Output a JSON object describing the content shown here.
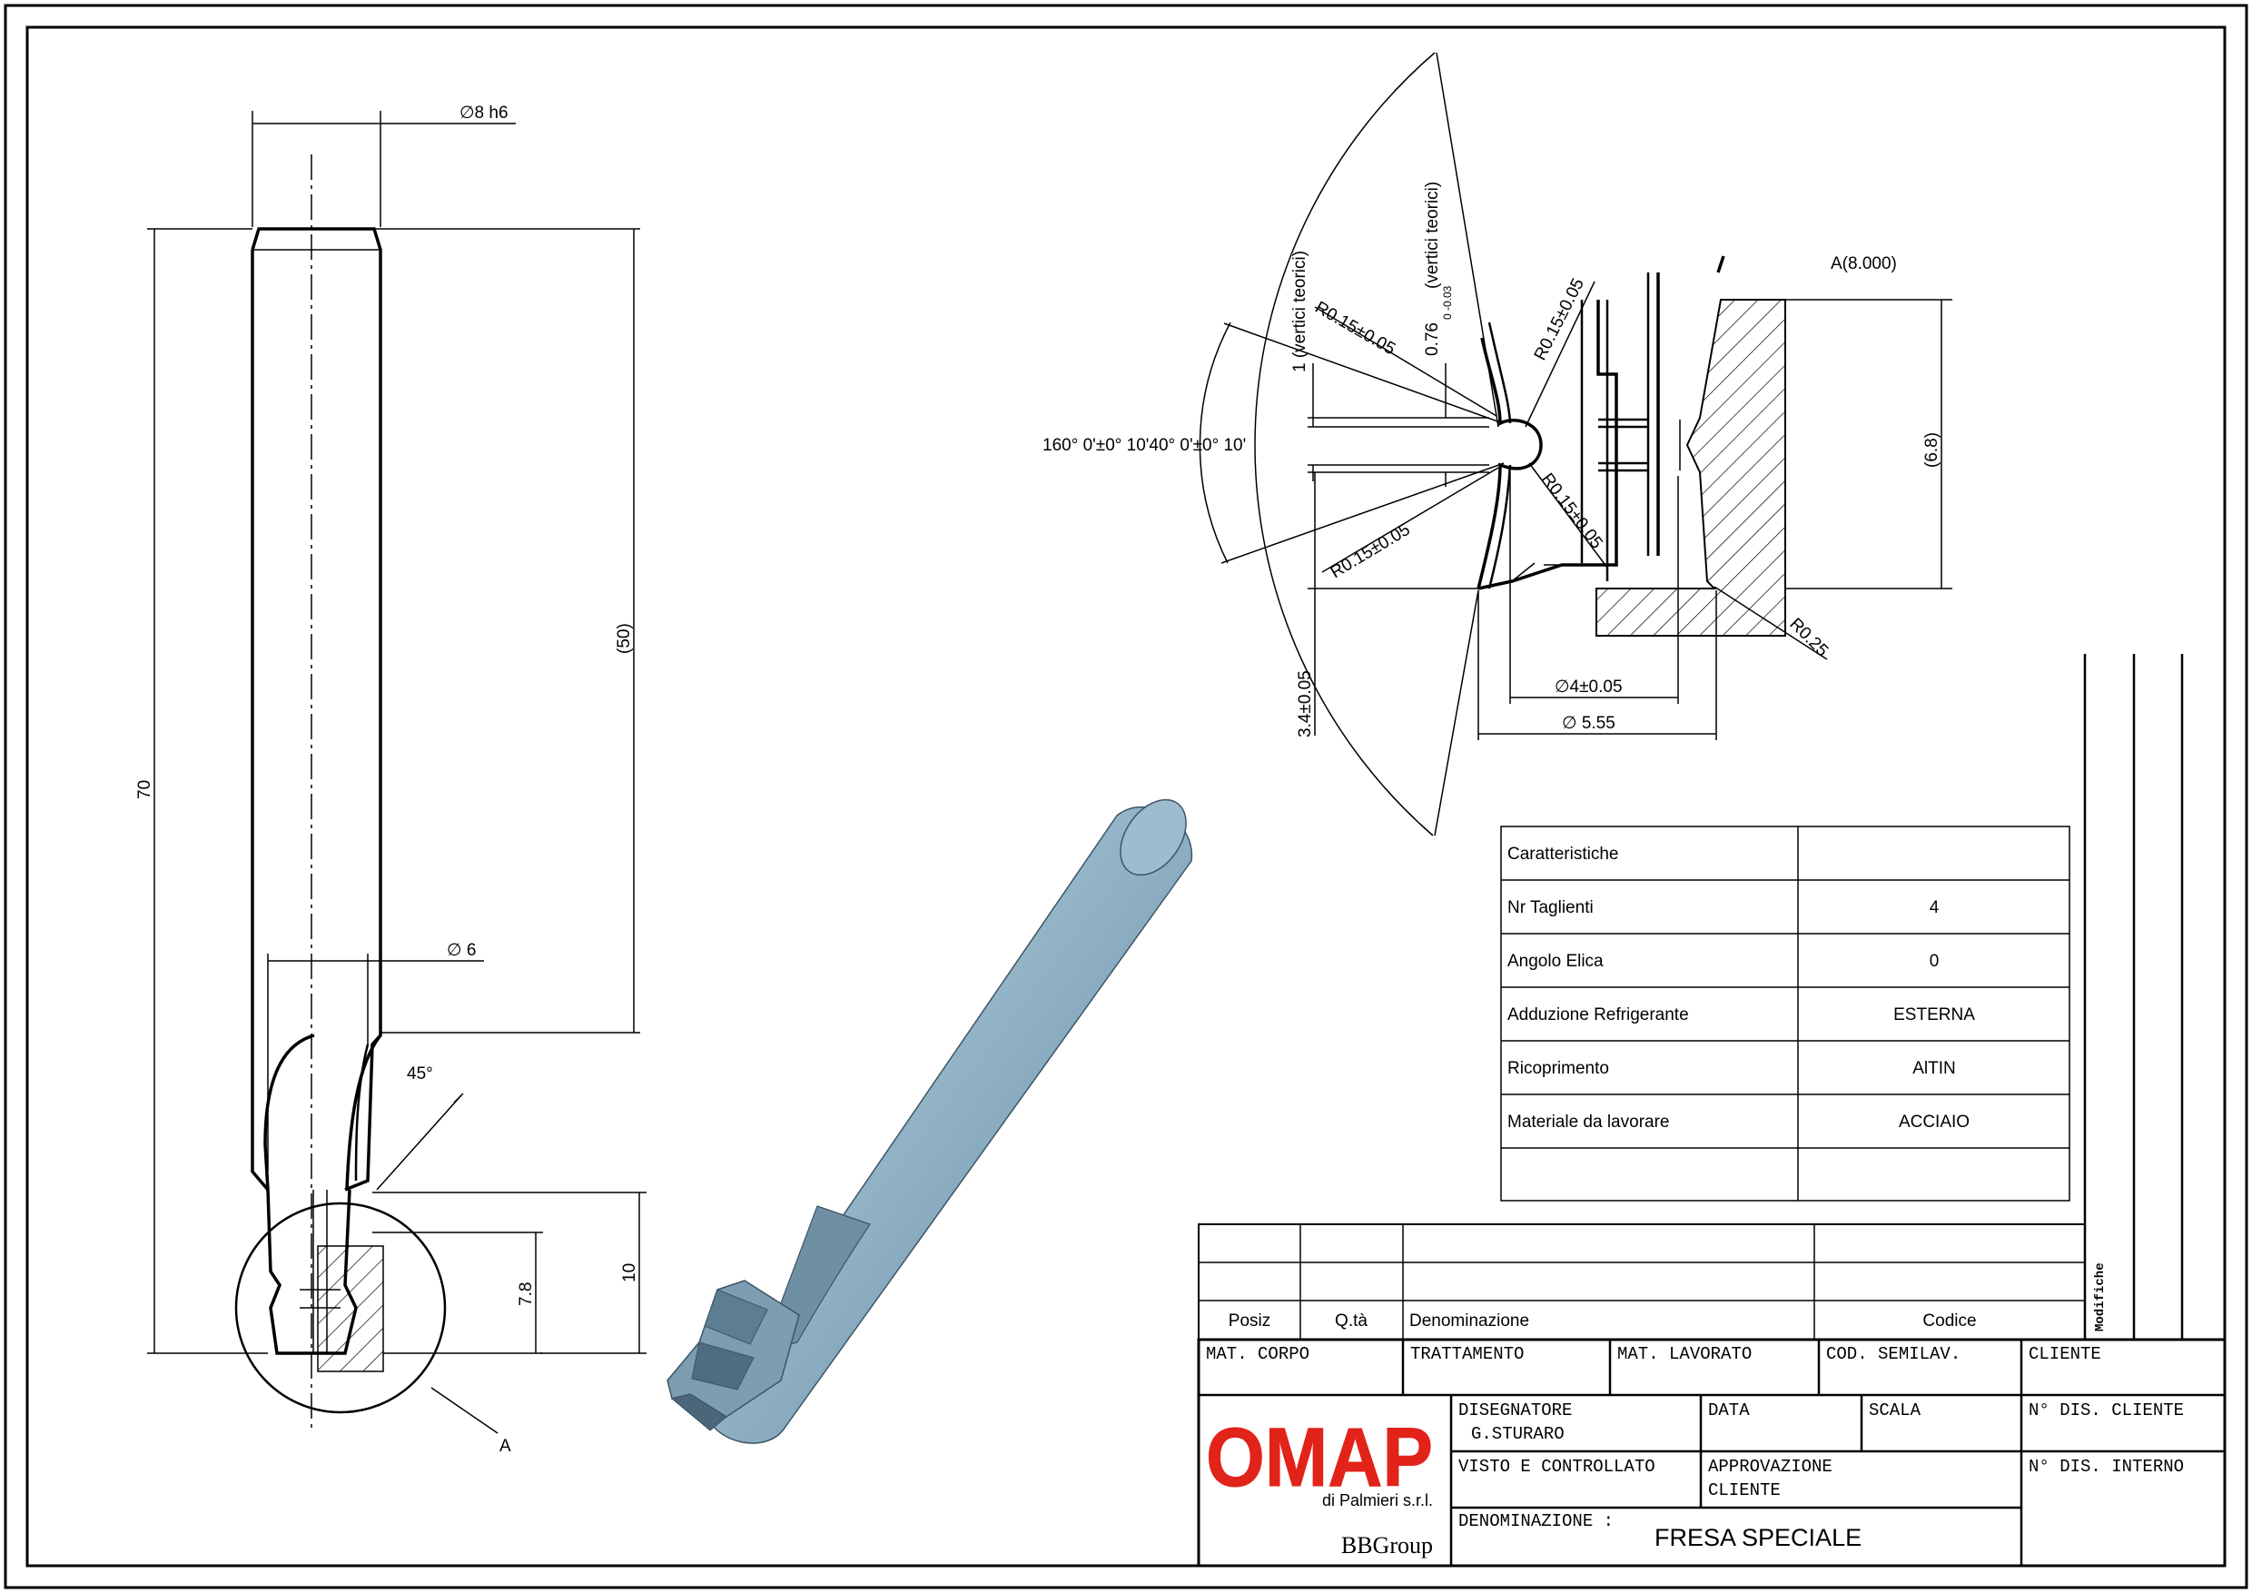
{
  "colors": {
    "line": "#000000",
    "brand_red": "#e2231a",
    "tool_body": "#8fb0c4"
  },
  "side_view": {
    "dim_shank_dia": "∅8 h6",
    "dim_total_length": "70",
    "dim_shank_length": "(50)",
    "dim_neck_dia": "∅ 6",
    "dim_chamfer_angle": "45°",
    "dim_head_length": "10",
    "dim_tip_height": "7.8",
    "detail_label": "A"
  },
  "detail_view": {
    "label": "A(8.000)",
    "angle": "160° 0'±0° 10'40° 0'±0° 10'",
    "vert1": "1 (vertici teorici)",
    "vert2": "0.76",
    "vert2_tol": "0 -0.03",
    "vert2_suffix": "(vertici teorici)",
    "r1": "R0.15±0.05",
    "r2": "R0.15±0.05",
    "r3": "R0.15±0.05",
    "r4": "R0.15±0.05",
    "r5": "R0.25",
    "d_height": "(6.8)",
    "d_depth": "3.4±0.05",
    "d_inner": "∅4±0.05",
    "d_outer": "∅ 5.55"
  },
  "specs": {
    "header": "Caratteristiche",
    "rows": [
      {
        "label": "Nr Taglienti",
        "value": "4"
      },
      {
        "label": "Angolo Elica",
        "value": "0"
      },
      {
        "label": "Adduzione Refrigerante",
        "value": "ESTERNA"
      },
      {
        "label": "Ricoprimento",
        "value": "AlTIN"
      },
      {
        "label": "Materiale da lavorare",
        "value": "ACCIAIO"
      }
    ]
  },
  "title_block": {
    "modifiche": "Modifiche",
    "posiz": "Posiz",
    "qta": "Q.tà",
    "denominazione_col": "Denominazione",
    "codice": "Codice",
    "mat_corpo": "MAT. CORPO",
    "trattamento": "TRATTAMENTO",
    "mat_lavorato": "MAT. LAVORATO",
    "cod_semilav": "COD. SEMILAV.",
    "cliente": "CLIENTE",
    "disegnatore": "DISEGNATORE",
    "disegnatore_name": "G.STURARO",
    "data": "DATA",
    "scala": "SCALA",
    "n_dis_cliente": "N° DIS. CLIENTE",
    "visto": "VISTO E CONTROLLATO",
    "approvazione": "APPROVAZIONE",
    "approvazione2": "CLIENTE",
    "n_dis_interno": "N° DIS. INTERNO",
    "denominazione": "DENOMINAZIONE :",
    "part_name": "FRESA SPECIALE"
  },
  "logo": {
    "brand": "OMAP",
    "company": "di Palmieri s.r.l.",
    "group": "BBGroup"
  }
}
